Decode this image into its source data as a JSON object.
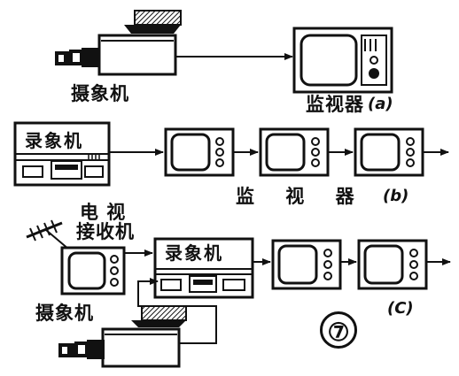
{
  "panel_a": {
    "camera_label": "摄象机",
    "monitor_label": "监视器",
    "caption": "(a)"
  },
  "panel_b": {
    "vcr_title": "录象机",
    "monitor_label": "监 视 器",
    "caption": "(b)"
  },
  "panel_c": {
    "tv_label_line1": "电 视",
    "tv_label_line2": "接收机",
    "vcr_title": "录象机",
    "camera_label": "摄象机",
    "caption": "(C)"
  },
  "figure_number": "⑦"
}
